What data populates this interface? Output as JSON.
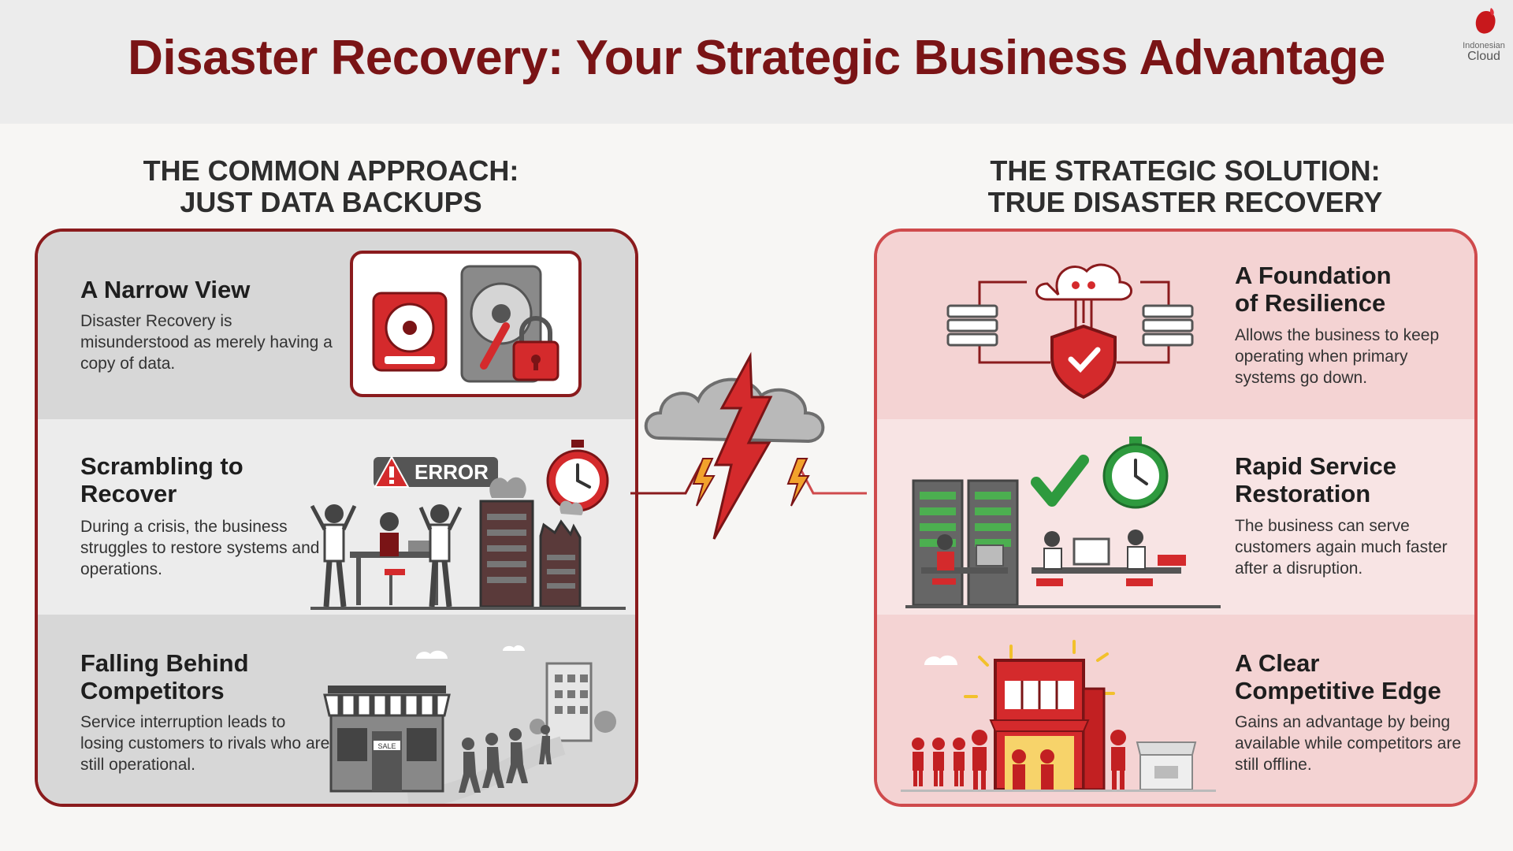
{
  "title": "Disaster Recovery: Your Strategic Business Advantage",
  "logo": {
    "line1": "Indonesian",
    "line2": "Cloud"
  },
  "left": {
    "heading_line1": "THE COMMON APPROACH:",
    "heading_line2": "JUST DATA BACKUPS",
    "items": [
      {
        "title": "A Narrow View",
        "desc": "Disaster Recovery is misunderstood as merely having a copy of data."
      },
      {
        "title_line1": "Scrambling to",
        "title_line2": "Recover",
        "desc": "During a crisis, the business struggles to restore systems and operations."
      },
      {
        "title_line1": "Falling Behind",
        "title_line2": "Competitors",
        "desc": "Service interruption leads to losing customers to rivals who are still operational."
      }
    ],
    "error_label": "ERROR",
    "shop_sign": "SALE"
  },
  "right": {
    "heading_line1": "THE STRATEGIC SOLUTION:",
    "heading_line2": "TRUE DISASTER RECOVERY",
    "items": [
      {
        "title_line1": "A Foundation",
        "title_line2": "of Resilience",
        "desc": "Allows the business to keep operating when primary systems go down."
      },
      {
        "title_line1": "Rapid Service",
        "title_line2": "Restoration",
        "desc": "The business can serve customers again much faster after a disruption."
      },
      {
        "title_line1": "A Clear",
        "title_line2": "Competitive Edge",
        "desc": "Gains an advantage by being available while competitors are still offline."
      }
    ]
  },
  "colors": {
    "title": "#7a1416",
    "left_border": "#8a1b1d",
    "right_border": "#cf4a4c",
    "accent_red": "#d42a2c",
    "accent_green": "#2e9a3e",
    "left_shade": "#d7d7d7",
    "right_shade": "#f4d3d3"
  },
  "icons": {
    "left_row1": [
      "hard-drive-icon",
      "padlock-icon"
    ],
    "left_row2": [
      "stressed-workers-icon",
      "alarm-clock-icon",
      "burning-server-icon"
    ],
    "left_row3": [
      "closed-store-icon",
      "walking-customers-icon",
      "office-building-icon"
    ],
    "center": "storm-cloud-lightning-icon",
    "right_row1": [
      "cloud-network-icon",
      "shield-check-icon",
      "server-rack-icon"
    ],
    "right_row2": [
      "server-rack-icon",
      "checkmark-icon",
      "stopwatch-icon",
      "working-team-icon"
    ],
    "right_row3": [
      "busy-store-icon",
      "customers-icon"
    ]
  }
}
